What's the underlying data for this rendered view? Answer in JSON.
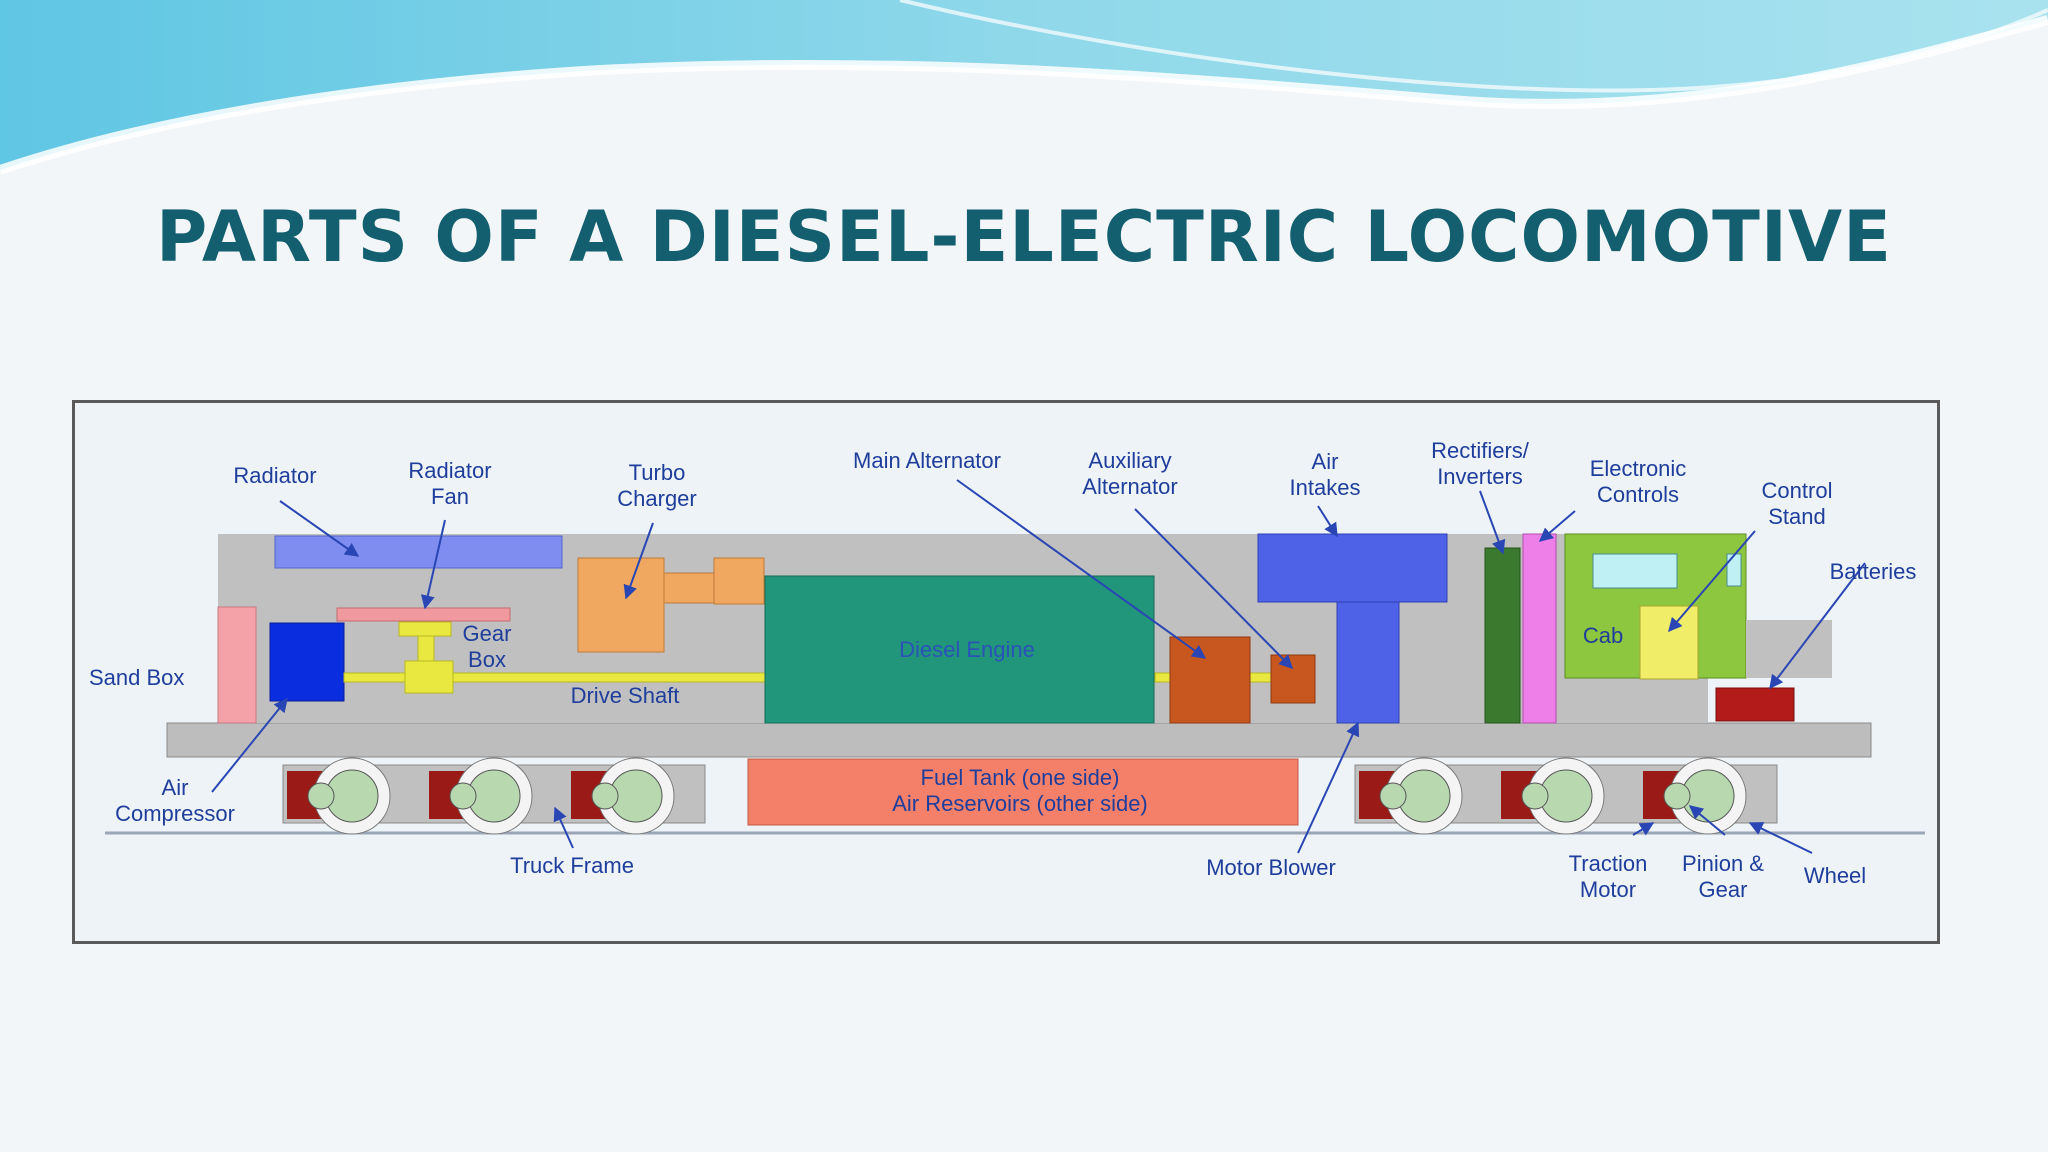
{
  "title": "PARTS OF A DIESEL-ELECTRIC LOCOMOTIVE",
  "labels": {
    "radiator": "Radiator",
    "radiator_fan": "Radiator\nFan",
    "turbo_charger": "Turbo\nCharger",
    "main_alternator": "Main Alternator",
    "auxiliary_alternator": "Auxiliary\nAlternator",
    "air_intakes": "Air\nIntakes",
    "rectifiers_inverters": "Rectifiers/\nInverters",
    "electronic_controls": "Electronic\nControls",
    "control_stand": "Control\nStand",
    "batteries": "Batteries",
    "sand_box": "Sand Box",
    "gear_box": "Gear\nBox",
    "drive_shaft": "Drive Shaft",
    "diesel_engine": "Diesel Engine",
    "cab": "Cab",
    "air_compressor": "Air\nCompressor",
    "fuel_tank": "Fuel Tank (one side)\nAir Reservoirs (other side)",
    "truck_frame": "Truck Frame",
    "motor_blower": "Motor Blower",
    "traction_motor": "Traction\nMotor",
    "pinion_gear": "Pinion &\nGear",
    "wheel": "Wheel"
  },
  "colors": {
    "title": "#135f70",
    "label": "#1f3e9c",
    "body": "#c0c0c0",
    "radiator": "#7f8cf0",
    "diesel_engine": "#22967a",
    "turbo_charger": "#f0a860",
    "air_intakes": "#4e62e8",
    "rectifiers": "#3b7a2e",
    "electronic_controls": "#ee7ee8",
    "cab": "#8dc63f",
    "fuel_tank": "#f4806a",
    "traction_motor": "#9a1a18",
    "batteries": "#b31a1a",
    "drive_shaft": "#e8e840"
  }
}
